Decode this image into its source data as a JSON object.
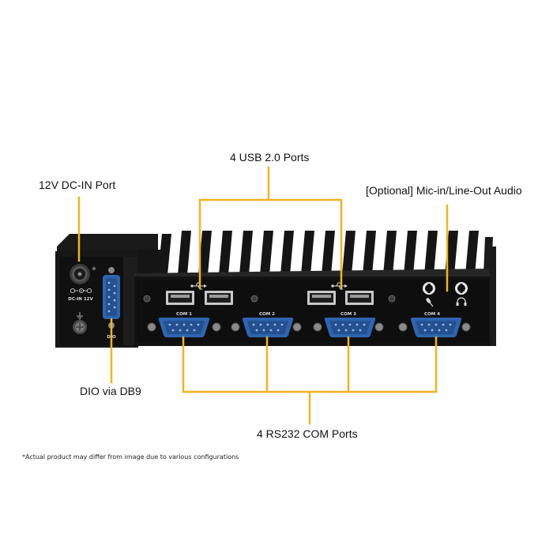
{
  "callouts": {
    "usb": "4 USB 2.0 Ports",
    "dcin": "12V DC-IN Port",
    "audio": "[Optional] Mic-in/Line-Out Audio",
    "dio": "DIO via DB9",
    "com": "4 RS232 COM Ports"
  },
  "panel_labels": {
    "dcin": "DC-IN 12V",
    "dio": "DIO",
    "com1": "COM 1",
    "com2": "COM 2",
    "com3": "COM 3",
    "com4": "COM 4"
  },
  "footnote": "*Actual product may differ from image due to various configurations",
  "colors": {
    "leader": "#f0b41e",
    "chassis": "#111111",
    "db9": "#2f64b0",
    "usb_port": "#c9c9c9"
  },
  "icons": [
    "usb-icon",
    "microphone-icon",
    "headphone-icon",
    "ground-icon"
  ]
}
